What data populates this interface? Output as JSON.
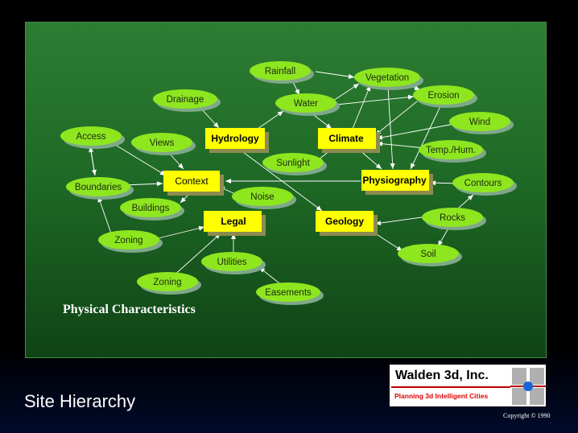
{
  "diagram": {
    "caption": "Physical Characteristics",
    "boxes": {
      "hydrology": "Hydrology",
      "climate": "Climate",
      "context": "Context",
      "physiography": "Physiography",
      "legal": "Legal",
      "geology": "Geology"
    },
    "ovals": {
      "rainfall": "Rainfall",
      "vegetation": "Vegetation",
      "drainage": "Drainage",
      "water": "Water",
      "erosion": "Erosion",
      "access": "Access",
      "views": "Views",
      "wind": "Wind",
      "temp_hum": "Temp./Hum.",
      "sunlight": "Sunlight",
      "boundaries": "Boundaries",
      "noise": "Noise",
      "contours": "Contours",
      "buildings": "Buildings",
      "rocks": "Rocks",
      "zoning_1": "Zoning",
      "soil": "Soil",
      "utilities": "Utilities",
      "zoning_2": "Zoning",
      "easements": "Easements"
    }
  },
  "footer": {
    "title": "Site Hierarchy",
    "company": "Walden 3d, Inc.",
    "tagline": "Planning 3d Intelligent Cities",
    "copyright": "Copyright © 1990"
  },
  "colors": {
    "panel_green": "#1f6a26",
    "oval_fill": "#8ee61f",
    "box_fill": "#ffff00",
    "brand_red": "#c00000",
    "brand_blue": "#1466d8"
  }
}
